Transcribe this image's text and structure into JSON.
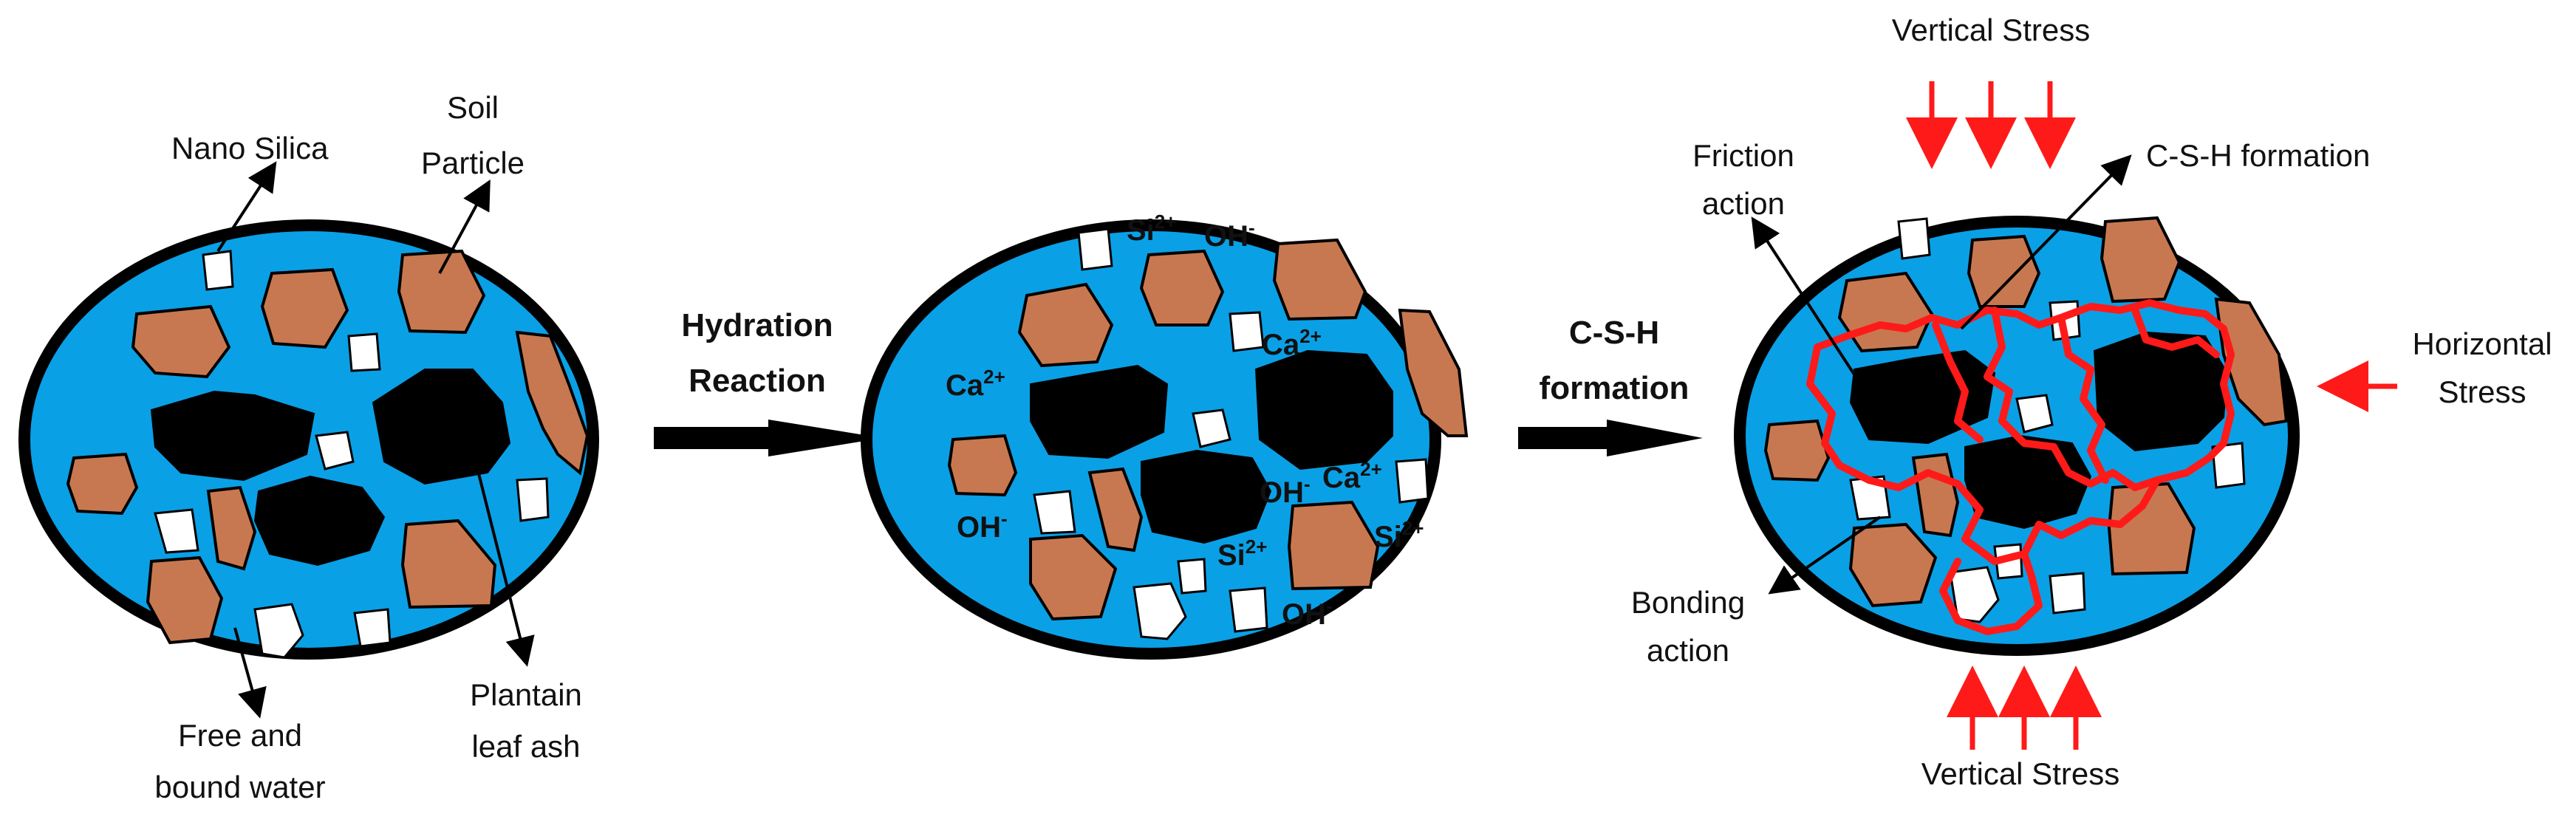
{
  "colors": {
    "water": "#0aa0e6",
    "outline": "#000000",
    "soil_particle": "#c87850",
    "nano_silica": "#ffffff",
    "plantain_leaf_ash": "#000000",
    "csh_network": "#ff1a1a",
    "stress_arrow": "#ff1a1a"
  },
  "panel1": {
    "labels": {
      "nano_silica": "Nano Silica",
      "soil_line1": "Soil",
      "soil_line2": "Particle",
      "plantain_line1": "Plantain",
      "plantain_line2": "leaf ash",
      "water_line1": "Free and",
      "water_line2": "bound water"
    }
  },
  "step1": {
    "line1": "Hydration",
    "line2": "Reaction"
  },
  "panel2": {
    "ions": {
      "si_a": {
        "base": "Si",
        "sup": "2+"
      },
      "oh_a": {
        "base": "OH",
        "sup": "-"
      },
      "ca_a": {
        "base": "Ca",
        "sup": "2+"
      },
      "ca_b": {
        "base": "Ca",
        "sup": "2+"
      },
      "oh_b": {
        "base": "OH",
        "sup": "-"
      },
      "ca_c": {
        "base": "Ca",
        "sup": "2+"
      },
      "oh_c": {
        "base": "OH",
        "sup": "-"
      },
      "si_b": {
        "base": "Si",
        "sup": "2+"
      },
      "si_c": {
        "base": "Si",
        "sup": "2+"
      },
      "oh_d": {
        "base": "OH",
        "sup": "-"
      }
    }
  },
  "step2": {
    "line1": "C-S-H",
    "line2": "formation"
  },
  "panel3": {
    "labels": {
      "vertical_top": "Vertical Stress",
      "vertical_bottom": "Vertical Stress",
      "csh_formation": "C-S-H formation",
      "friction_line1": "Friction",
      "friction_line2": "action",
      "horizontal_line1": "Horizontal",
      "horizontal_line2": "Stress",
      "bonding_line1": "Bonding",
      "bonding_line2": "action"
    }
  }
}
